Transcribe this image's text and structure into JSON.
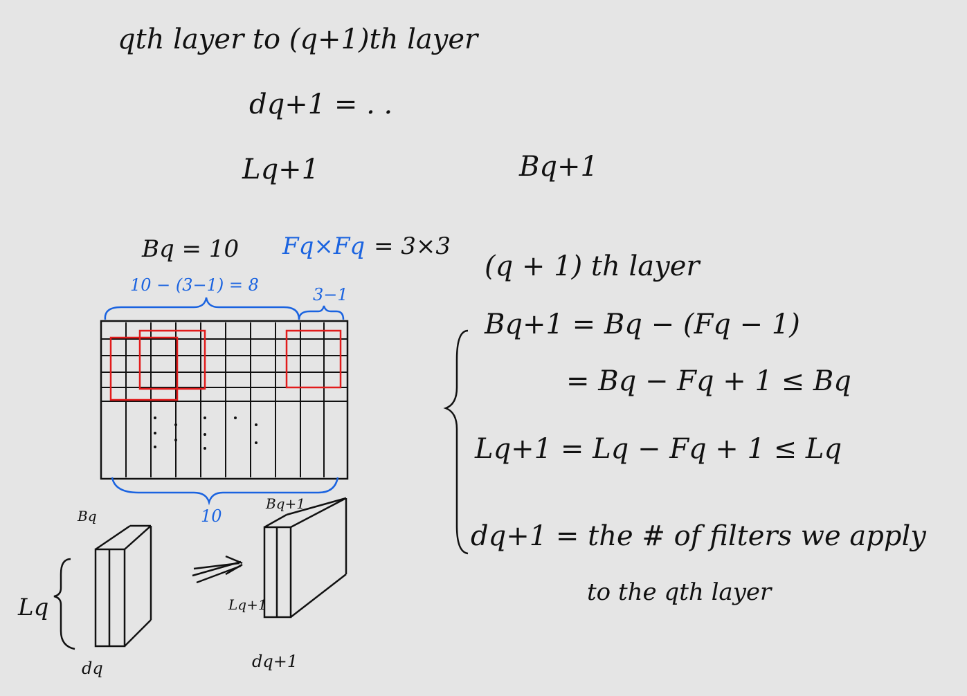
{
  "header": {
    "title": "qth layer   to   (q+1)th layer",
    "d_next": "dq+1 = . .",
    "l_next": "Lq+1",
    "b_next": "Bq+1"
  },
  "diagram": {
    "b_label": "Bq = 10",
    "f_label": "Fq×Fq",
    "f_value": "= 3×3",
    "span_label": "10 − (3−1) = 8",
    "edge_label": "3−1",
    "bottom_label": "10",
    "vol_b": "Bq",
    "vol_l": "Lq",
    "vol_d": "dq",
    "vol_b_next": "Bq+1",
    "vol_l_next": "Lq+1",
    "vol_d_next": "dq+1"
  },
  "equations": {
    "heading": "(q + 1) th layer",
    "eq1": "Bq+1  = Bq − (Fq − 1)",
    "eq2": "= Bq − Fq + 1 ≤ Bq",
    "eq3": "Lq+1  = Lq − Fq + 1 ≤ Lq",
    "eq4": "dq+1  = the # of filters we apply",
    "eq5": "to the qth layer"
  },
  "colors": {
    "ink": "#111111",
    "blue": "#1a63e0",
    "red": "#e21b1b",
    "background": "#e5e5e5"
  }
}
